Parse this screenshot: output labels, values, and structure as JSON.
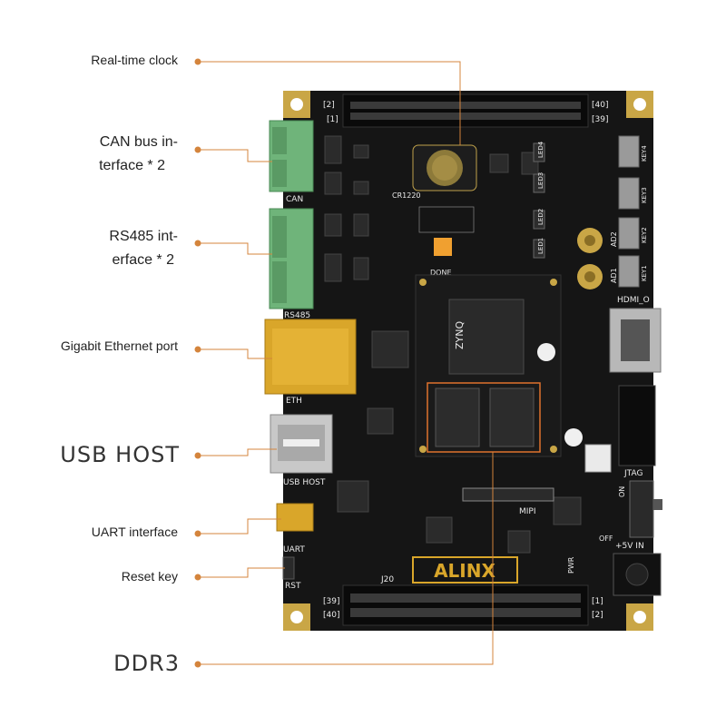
{
  "labels": {
    "rtc": "Real-time clock",
    "can_l1": "CAN bus in-",
    "can_l2": "terface * 2",
    "rs485_l1": "RS485 int-",
    "rs485_l2": "erface * 2",
    "eth": "Gigabit Ethernet port",
    "usb": "USB HOST",
    "uart": "UART interface",
    "reset": "Reset key",
    "ddr3": "DDR3"
  },
  "silkscreen": {
    "can": "CAN",
    "rs485": "RS485",
    "eth": "ETH",
    "usb_host": "USB HOST",
    "uart": "UART",
    "rst": "RST",
    "done": "DONE",
    "hdmi": "HDMI_O",
    "jtag": "JTAG",
    "mipi": "MIPI",
    "pwr": "PWR",
    "vin": "+5V IN",
    "on": "ON",
    "off": "OFF",
    "battery": "CR1220",
    "brand": "ALINX",
    "chip_brand": "ZYNQ",
    "pin_2": "[2]",
    "pin_1": "[1]",
    "pin_40": "[40]",
    "pin_39": "[39]",
    "j20": "J20",
    "ad1": "AD1",
    "ad2": "AD2",
    "key1": "KEY1",
    "key2": "KEY2",
    "key3": "KEY3",
    "key4": "KEY4",
    "led1": "LED1",
    "led2": "LED2",
    "led3": "LED3",
    "led4": "LED4"
  },
  "colors": {
    "board": "#141414",
    "gold_corner": "#c9a646",
    "leader_line": "#d4843c",
    "terminal_green": "#6fb47a",
    "eth_gold": "#d9a62a",
    "ddr_outline": "#e0722c",
    "usb_silver": "#c8c8c8"
  }
}
